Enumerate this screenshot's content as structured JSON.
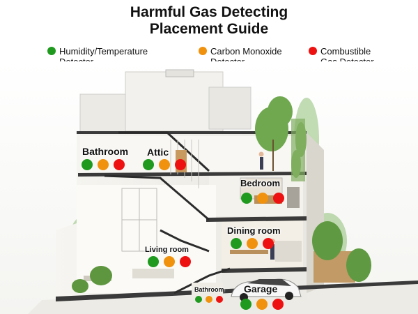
{
  "title": {
    "line1": "Harmful Gas Detecting",
    "line2": "Placement Guide"
  },
  "colors": {
    "humidity": "#1f9a1f",
    "co": "#f0920e",
    "combustible": "#ee1111"
  },
  "legend": [
    {
      "key": "humidity",
      "line1": "Humidity/Temperature",
      "line2": "Detector"
    },
    {
      "key": "co",
      "line1": "Carbon Monoxide",
      "line2": "Detector"
    },
    {
      "key": "combustible",
      "line1": "Combustible",
      "line2": "Gas Detector"
    }
  ],
  "rooms": {
    "bathroom_top": "Bathroom",
    "attic": "Attic",
    "bedroom": "Bedroom",
    "dining_room": "Dining room",
    "living_room": "Living room",
    "bathroom_bottom": "Bathroom",
    "garage": "Garage"
  }
}
